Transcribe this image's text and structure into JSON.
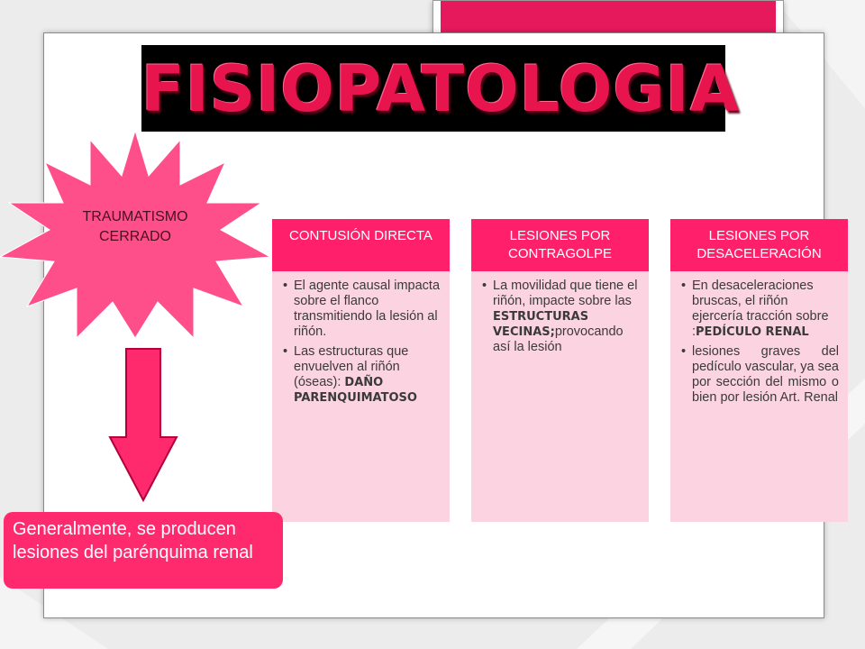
{
  "slide": {
    "title": "FISIOPATOLOGIA",
    "trigger_label": "TRAUMATISMO CERRADO",
    "conclusion": "Generalmente, se producen lesiones del parénquima renal",
    "colors": {
      "accent": "#e6195d",
      "card_header": "#ff1f6a",
      "card_body": "#fcd3e1",
      "starburst": "#ff4f8a",
      "title_text": "#e8144e"
    },
    "cards": [
      {
        "header": "CONTUSIÓN DIRECTA",
        "bullets": [
          {
            "text": "El agente causal impacta sobre el flanco transmitiendo la lesión al riñón."
          },
          {
            "text": "Las estructuras que envuelven al riñón (óseas): ",
            "bold": "DAÑO PARENQUIMATOSO"
          }
        ]
      },
      {
        "header": "LESIONES POR CONTRAGOLPE",
        "bullets": [
          {
            "text": "La movilidad que tiene el riñón, impacte sobre las ",
            "bold": "ESTRUCTURAS VECINAS;",
            "after": "provocando así la lesión"
          }
        ]
      },
      {
        "header": "LESIONES POR DESACELERACIÓN",
        "bullets": [
          {
            "text": "En desaceleraciones bruscas, el riñón ejercería tracción sobre :",
            "bold": "PEDÍCULO RENAL"
          },
          {
            "text": "lesiones graves del pedículo vascular, ya sea por sección del mismo o bien por lesión Art. Renal"
          }
        ]
      }
    ],
    "icons": {
      "starburst": "starburst-shape",
      "arrow": "down-arrow-icon"
    }
  }
}
